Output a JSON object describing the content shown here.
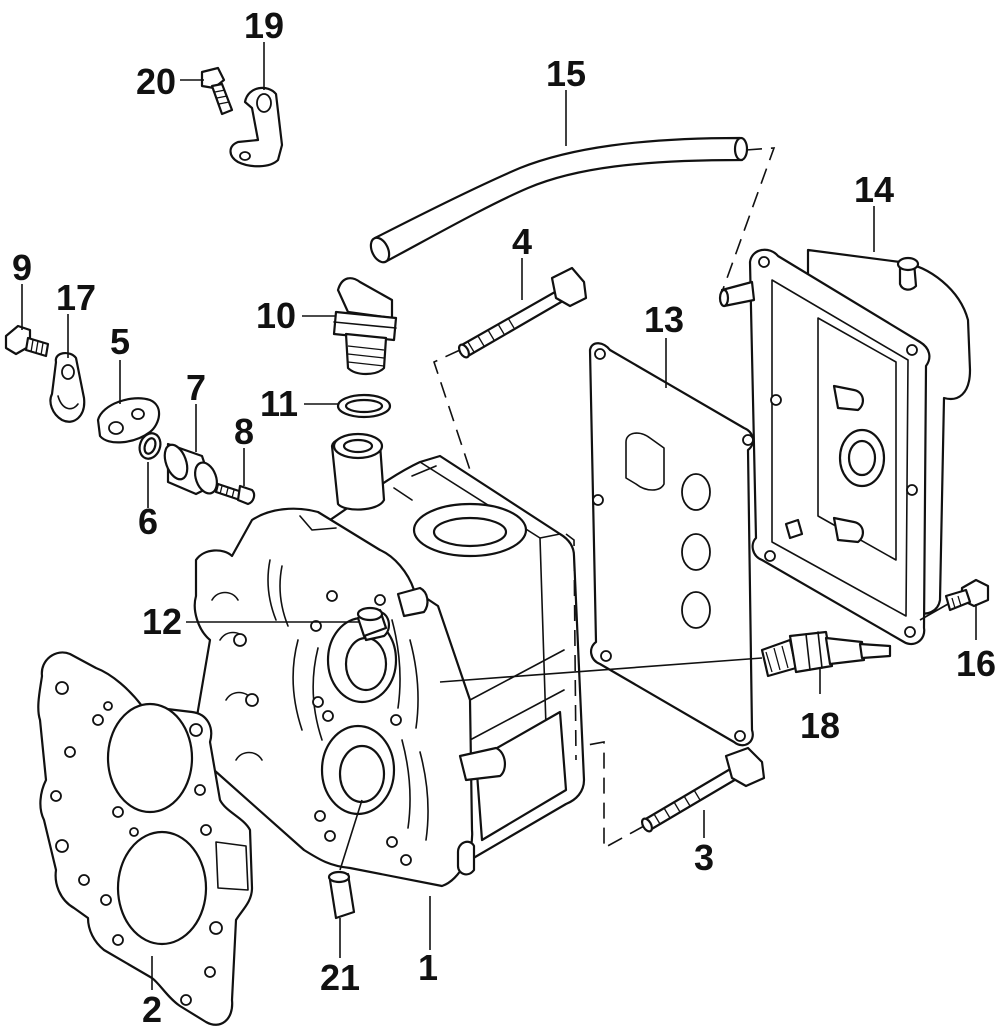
{
  "diagram": {
    "callouts": [
      {
        "id": "c1",
        "label": "1"
      },
      {
        "id": "c2",
        "label": "2"
      },
      {
        "id": "c3",
        "label": "3"
      },
      {
        "id": "c4",
        "label": "4"
      },
      {
        "id": "c5",
        "label": "5"
      },
      {
        "id": "c6",
        "label": "6"
      },
      {
        "id": "c7",
        "label": "7"
      },
      {
        "id": "c8",
        "label": "8"
      },
      {
        "id": "c9",
        "label": "9"
      },
      {
        "id": "c10",
        "label": "10"
      },
      {
        "id": "c11",
        "label": "11"
      },
      {
        "id": "c12",
        "label": "12"
      },
      {
        "id": "c13",
        "label": "13"
      },
      {
        "id": "c14",
        "label": "14"
      },
      {
        "id": "c15",
        "label": "15"
      },
      {
        "id": "c16",
        "label": "16"
      },
      {
        "id": "c17",
        "label": "17"
      },
      {
        "id": "c18",
        "label": "18"
      },
      {
        "id": "c19",
        "label": "19"
      },
      {
        "id": "c20",
        "label": "20"
      },
      {
        "id": "c21",
        "label": "21"
      }
    ]
  },
  "colors": {
    "ink": "#111111",
    "background": "#ffffff"
  }
}
